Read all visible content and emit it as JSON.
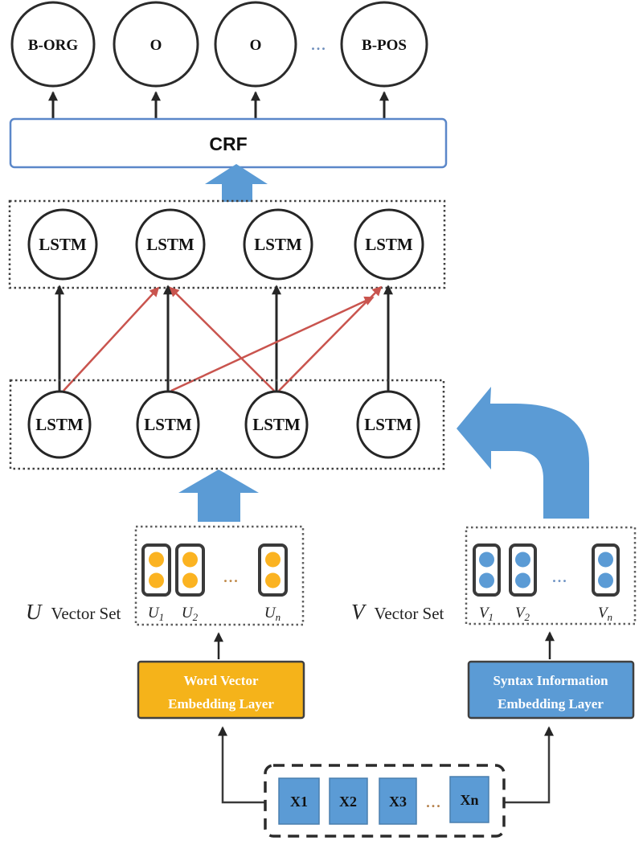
{
  "labels": {
    "crf": "CRF",
    "lstm": "LSTM",
    "tags": [
      "B-ORG",
      "O",
      "O",
      "B-POS"
    ],
    "tags_dots": "..."
  },
  "u_set": {
    "symbol": "U",
    "set_label": "Vector Set",
    "items": [
      {
        "base": "U",
        "sub": "1"
      },
      {
        "base": "U",
        "sub": "2"
      },
      {
        "base": "U",
        "sub": "n"
      }
    ],
    "dots": "..."
  },
  "v_set": {
    "symbol": "V",
    "set_label": "Vector Set",
    "items": [
      {
        "base": "V",
        "sub": "1"
      },
      {
        "base": "V",
        "sub": "2"
      },
      {
        "base": "V",
        "sub": "n"
      }
    ],
    "dots": "..."
  },
  "embedding": {
    "word": {
      "line1": "Word Vector",
      "line2": "Embedding Layer"
    },
    "syntax": {
      "line1": "Syntax Information",
      "line2": "Embedding Layer"
    }
  },
  "inputs": {
    "items": [
      "X1",
      "X2",
      "X3",
      "Xn"
    ],
    "dots": "..."
  },
  "colors": {
    "accent_blue": "#5B9BD5",
    "gold_fill": "#F5B31A",
    "gold_dot": "#FBB321",
    "cross_arrow_red": "#C9544E",
    "crf_border": "#5B87C9",
    "line_black": "#262626"
  }
}
